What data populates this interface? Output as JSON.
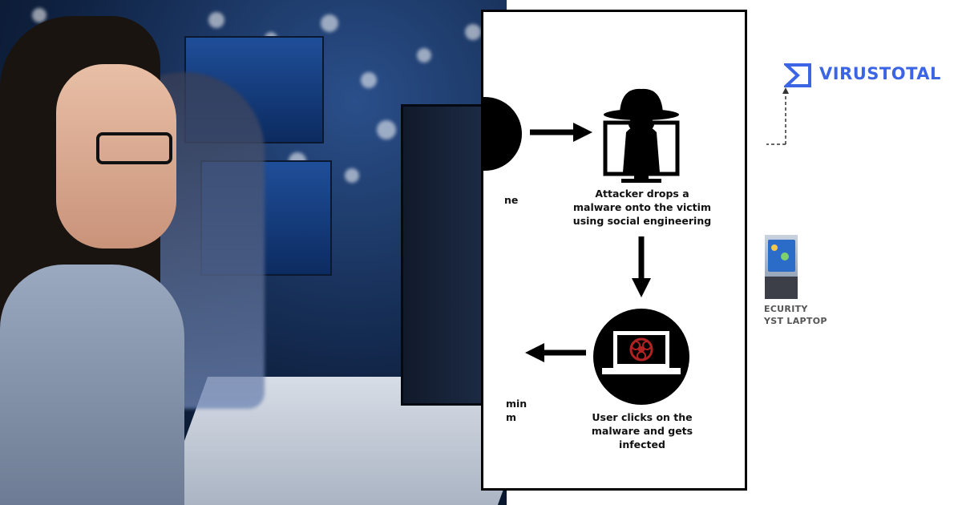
{
  "diagram": {
    "steps": [
      {
        "id": "attacker",
        "caption_lines": [
          "Attacker drops a",
          "malware onto the victim",
          "using social engineering"
        ],
        "icon": "attacker-hat-icon"
      },
      {
        "id": "infected",
        "caption_lines": [
          "User clicks on the",
          "malware and gets",
          "infected"
        ],
        "icon": "biohazard-laptop-icon"
      }
    ],
    "clipped_left_text": {
      "top": "ne",
      "bottom_line1": "min",
      "bottom_line2": "m"
    }
  },
  "right_panel": {
    "brand": "VIRUSTOTAL",
    "brand_color": "#3c65e6",
    "laptop_label_line1": "ECURITY",
    "laptop_label_line2": "YST LAPTOP"
  }
}
